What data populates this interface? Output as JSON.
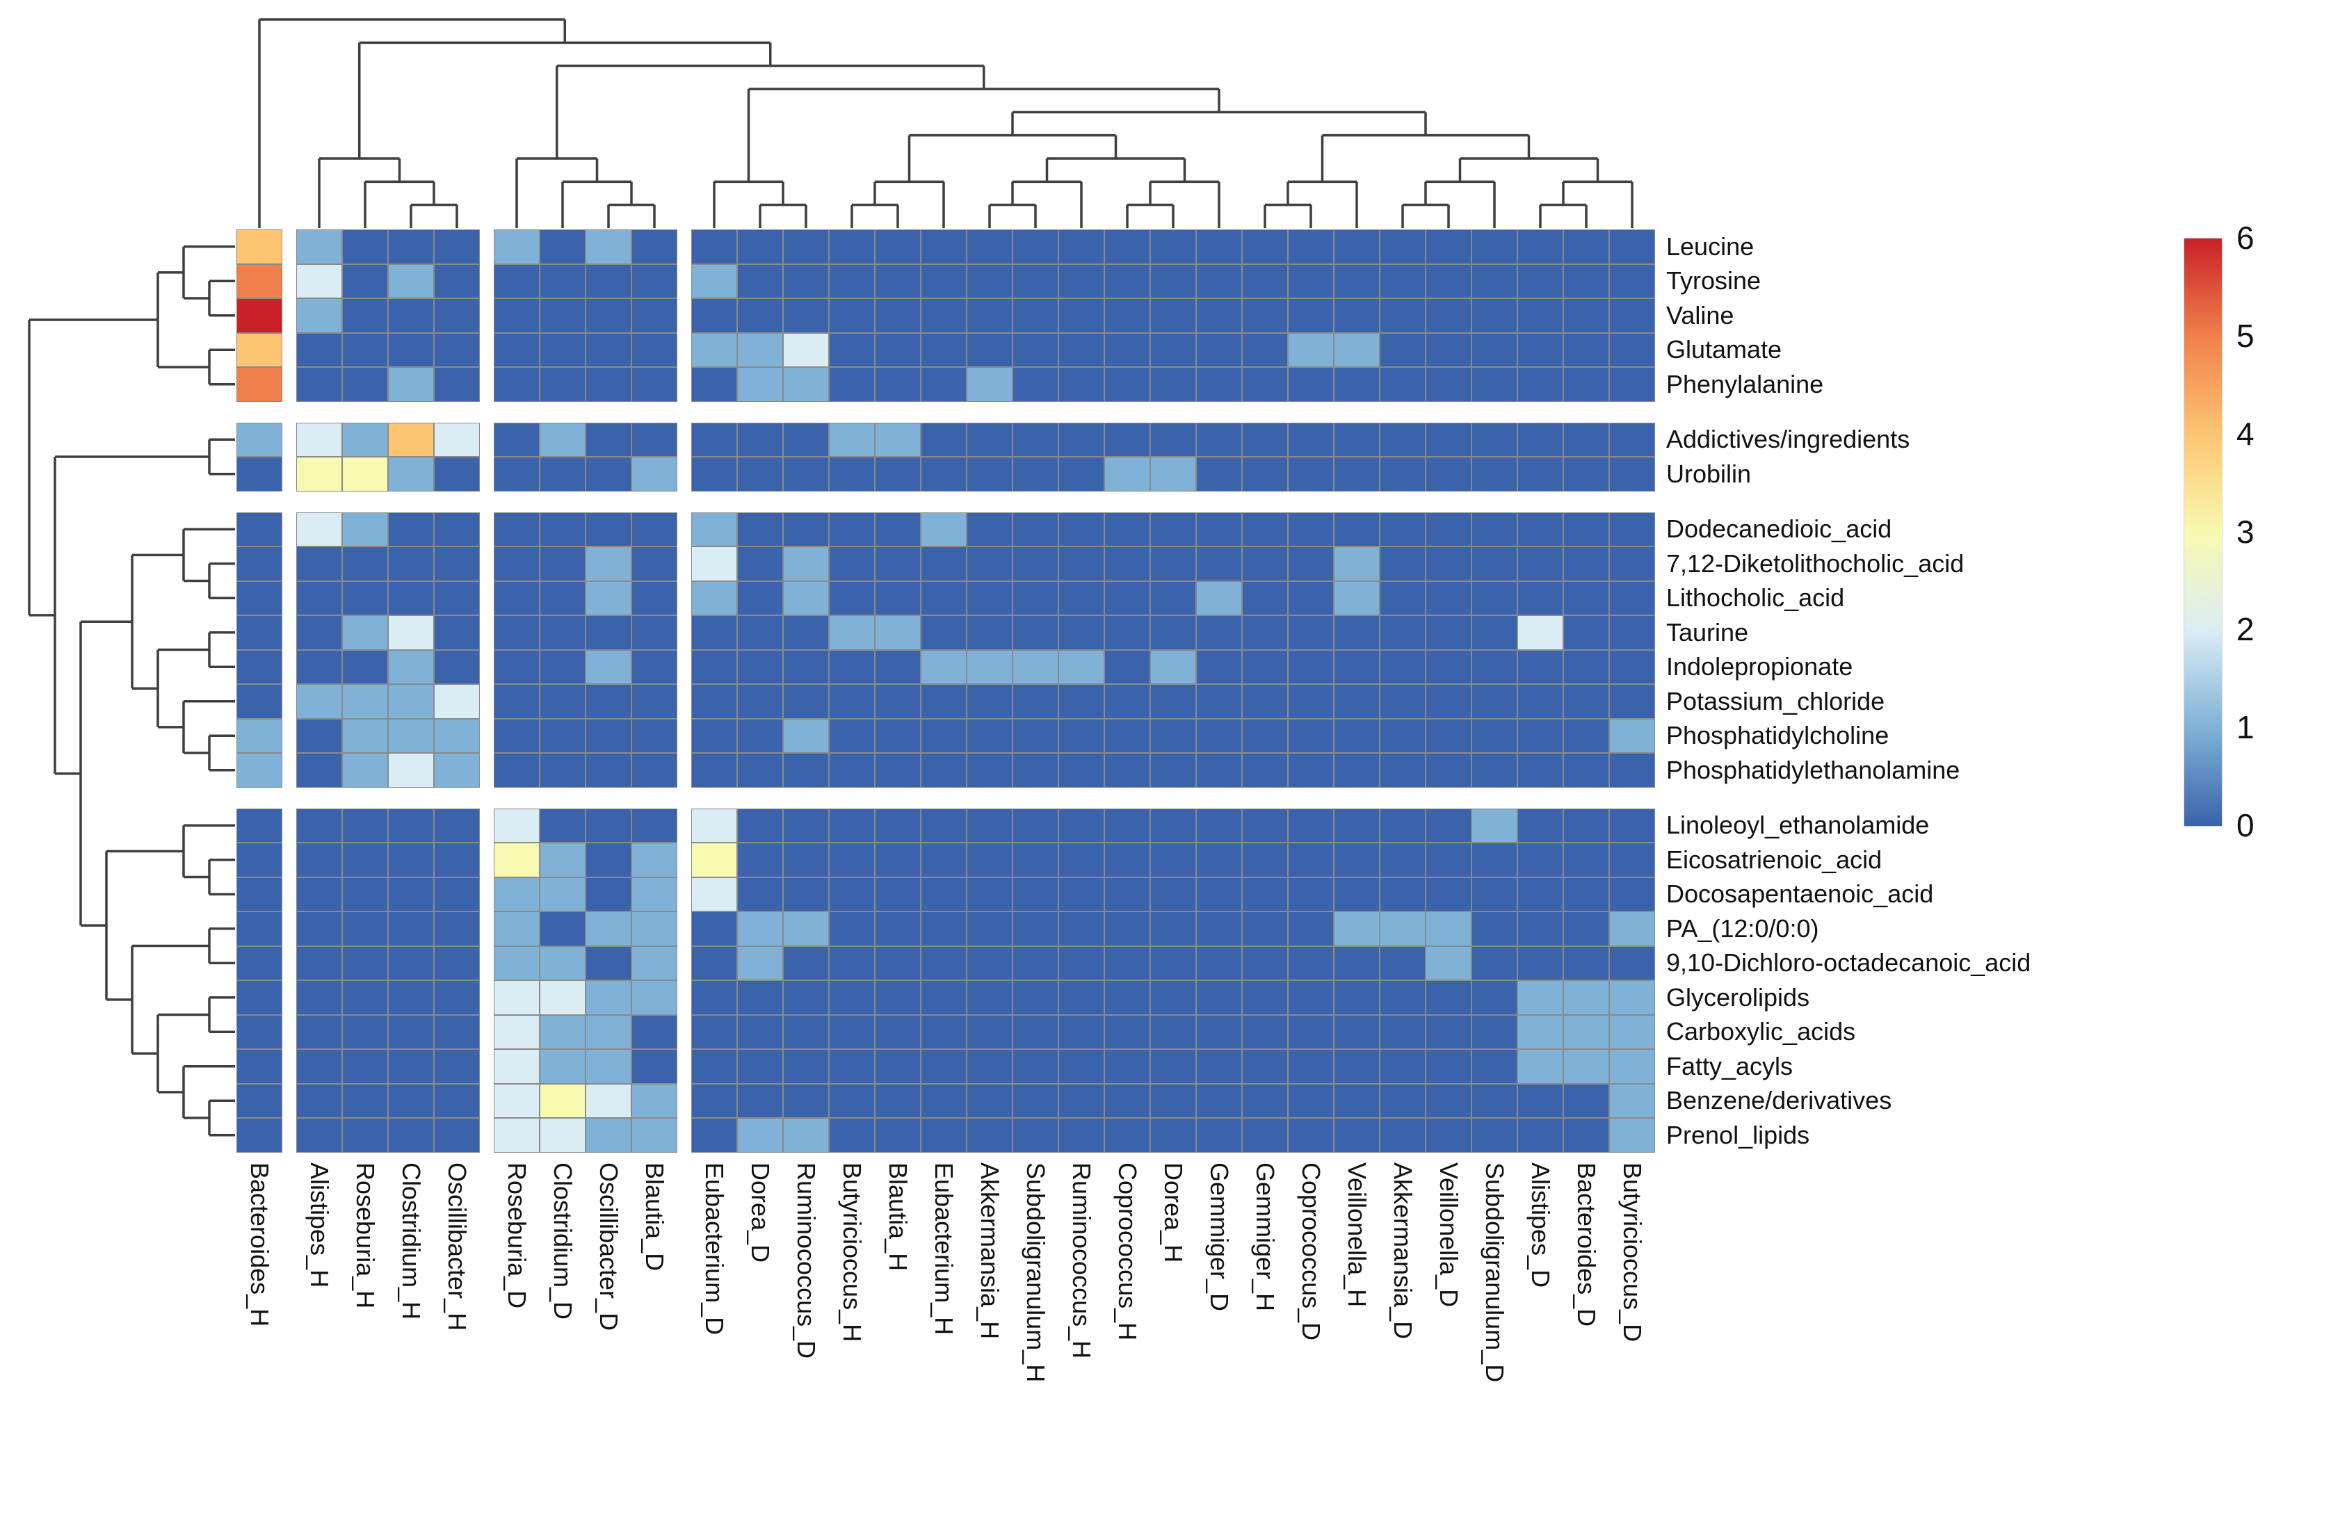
{
  "figure_title": "",
  "legend": {
    "ticks": [
      6,
      5,
      4,
      3,
      2,
      1,
      0
    ]
  },
  "chart_data": {
    "type": "heatmap",
    "value_range": [
      0,
      6
    ],
    "color_stops": [
      "#3a63ab",
      "#7fb2d6",
      "#dbedf4",
      "#f8f9b0",
      "#fdc572",
      "#f0804b",
      "#c92127"
    ],
    "rows": [
      "Leucine",
      "Tyrosine",
      "Valine",
      "Glutamate",
      "Phenylalanine",
      "Addictives/ingredients",
      "Urobilin",
      "Dodecanedioic_acid",
      "7,12-Diketolithocholic_acid",
      "Lithocholic_acid",
      "Taurine",
      "Indolepropionate",
      "Potassium_chloride",
      "Phosphatidylcholine",
      "Phosphatidylethanolamine",
      "Linoleoyl_ethanolamide",
      "Eicosatrienoic_acid",
      "Docosapentaenoic_acid",
      "PA_(12:0/0:0)",
      "9,10-Dichloro-octadecanoic_acid",
      "Glycerolipids",
      "Carboxylic_acids",
      "Fatty_acyls",
      "Benzene/derivatives",
      "Prenol_lipids"
    ],
    "columns": [
      "Bacteroides_H",
      "Alistipes_H",
      "Roseburia_H",
      "Clostridium_H",
      "Oscillibacter_H",
      "Roseburia_D",
      "Clostridium_D",
      "Oscillibacter_D",
      "Blautia_D",
      "Eubacterium_D",
      "Dorea_D",
      "Ruminococcus_D",
      "Butyricioccus_H",
      "Blautia_H",
      "Eubacterium_H",
      "Akkermansia_H",
      "Subdoligranulum_H",
      "Ruminococcus_H",
      "Coprococcus_H",
      "Dorea_H",
      "Gemmiger_D",
      "Gemmiger_H",
      "Coprococcus_D",
      "Veillonella_H",
      "Akkermansia_D",
      "Veillonella_D",
      "Subdoligranulum_D",
      "Alistipes_D",
      "Bacteroides_D",
      "Butyricioccus_D"
    ],
    "row_group_breaks": [
      4,
      6,
      14
    ],
    "col_group_breaks": [
      0,
      4,
      8
    ],
    "matrix": [
      [
        4,
        1,
        0,
        0,
        0,
        1,
        0,
        1,
        0,
        0,
        0,
        0,
        0,
        0,
        0,
        0,
        0,
        0,
        0,
        0,
        0,
        0,
        0,
        0,
        0,
        0,
        0,
        0,
        0,
        0
      ],
      [
        5,
        2,
        0,
        1,
        0,
        0,
        0,
        0,
        0,
        1,
        0,
        0,
        0,
        0,
        0,
        0,
        0,
        0,
        0,
        0,
        0,
        0,
        0,
        0,
        0,
        0,
        0,
        0,
        0,
        0
      ],
      [
        6,
        1,
        0,
        0,
        0,
        0,
        0,
        0,
        0,
        0,
        0,
        0,
        0,
        0,
        0,
        0,
        0,
        0,
        0,
        0,
        0,
        0,
        0,
        0,
        0,
        0,
        0,
        0,
        0,
        0
      ],
      [
        4,
        0,
        0,
        0,
        0,
        0,
        0,
        0,
        0,
        1,
        1,
        2,
        0,
        0,
        0,
        0,
        0,
        0,
        0,
        0,
        0,
        0,
        1,
        1,
        0,
        0,
        0,
        0,
        0,
        0
      ],
      [
        5,
        0,
        0,
        1,
        0,
        0,
        0,
        0,
        0,
        0,
        1,
        1,
        0,
        0,
        0,
        1,
        0,
        0,
        0,
        0,
        0,
        0,
        0,
        0,
        0,
        0,
        0,
        0,
        0,
        0
      ],
      [
        1,
        2,
        1,
        4,
        2,
        0,
        1,
        0,
        0,
        0,
        0,
        0,
        1,
        1,
        0,
        0,
        0,
        0,
        0,
        0,
        0,
        0,
        0,
        0,
        0,
        0,
        0,
        0,
        0,
        0
      ],
      [
        0,
        3,
        3,
        1,
        0,
        0,
        0,
        0,
        1,
        0,
        0,
        0,
        0,
        0,
        0,
        0,
        0,
        0,
        1,
        1,
        0,
        0,
        0,
        0,
        0,
        0,
        0,
        0,
        0,
        0
      ],
      [
        0,
        2,
        1,
        0,
        0,
        0,
        0,
        0,
        0,
        1,
        0,
        0,
        0,
        0,
        1,
        0,
        0,
        0,
        0,
        0,
        0,
        0,
        0,
        0,
        0,
        0,
        0,
        0,
        0,
        0
      ],
      [
        0,
        0,
        0,
        0,
        0,
        0,
        0,
        1,
        0,
        2,
        0,
        1,
        0,
        0,
        0,
        0,
        0,
        0,
        0,
        0,
        0,
        0,
        0,
        1,
        0,
        0,
        0,
        0,
        0,
        0
      ],
      [
        0,
        0,
        0,
        0,
        0,
        0,
        0,
        1,
        0,
        1,
        0,
        1,
        0,
        0,
        0,
        0,
        0,
        0,
        0,
        0,
        1,
        0,
        0,
        1,
        0,
        0,
        0,
        0,
        0,
        0
      ],
      [
        0,
        0,
        1,
        2,
        0,
        0,
        0,
        0,
        0,
        0,
        0,
        0,
        1,
        1,
        0,
        0,
        0,
        0,
        0,
        0,
        0,
        0,
        0,
        0,
        0,
        0,
        0,
        2,
        0,
        0
      ],
      [
        0,
        0,
        0,
        1,
        0,
        0,
        0,
        1,
        0,
        0,
        0,
        0,
        0,
        0,
        1,
        1,
        1,
        1,
        0,
        1,
        0,
        0,
        0,
        0,
        0,
        0,
        0,
        0,
        0,
        0
      ],
      [
        0,
        1,
        1,
        1,
        2,
        0,
        0,
        0,
        0,
        0,
        0,
        0,
        0,
        0,
        0,
        0,
        0,
        0,
        0,
        0,
        0,
        0,
        0,
        0,
        0,
        0,
        0,
        0,
        0,
        0
      ],
      [
        1,
        0,
        1,
        1,
        1,
        0,
        0,
        0,
        0,
        0,
        0,
        1,
        0,
        0,
        0,
        0,
        0,
        0,
        0,
        0,
        0,
        0,
        0,
        0,
        0,
        0,
        0,
        0,
        0,
        1
      ],
      [
        1,
        0,
        1,
        2,
        1,
        0,
        0,
        0,
        0,
        0,
        0,
        0,
        0,
        0,
        0,
        0,
        0,
        0,
        0,
        0,
        0,
        0,
        0,
        0,
        0,
        0,
        0,
        0,
        0,
        0
      ],
      [
        0,
        0,
        0,
        0,
        0,
        2,
        0,
        0,
        0,
        2,
        0,
        0,
        0,
        0,
        0,
        0,
        0,
        0,
        0,
        0,
        0,
        0,
        0,
        0,
        0,
        0,
        1,
        0,
        0,
        0
      ],
      [
        0,
        0,
        0,
        0,
        0,
        3,
        1,
        0,
        1,
        3,
        0,
        0,
        0,
        0,
        0,
        0,
        0,
        0,
        0,
        0,
        0,
        0,
        0,
        0,
        0,
        0,
        0,
        0,
        0,
        0
      ],
      [
        0,
        0,
        0,
        0,
        0,
        1,
        1,
        0,
        1,
        2,
        0,
        0,
        0,
        0,
        0,
        0,
        0,
        0,
        0,
        0,
        0,
        0,
        0,
        0,
        0,
        0,
        0,
        0,
        0,
        0
      ],
      [
        0,
        0,
        0,
        0,
        0,
        1,
        0,
        1,
        1,
        0,
        1,
        1,
        0,
        0,
        0,
        0,
        0,
        0,
        0,
        0,
        0,
        0,
        0,
        1,
        1,
        1,
        0,
        0,
        0,
        1
      ],
      [
        0,
        0,
        0,
        0,
        0,
        1,
        1,
        0,
        1,
        0,
        1,
        0,
        0,
        0,
        0,
        0,
        0,
        0,
        0,
        0,
        0,
        0,
        0,
        0,
        0,
        1,
        0,
        0,
        0,
        0
      ],
      [
        0,
        0,
        0,
        0,
        0,
        2,
        2,
        1,
        1,
        0,
        0,
        0,
        0,
        0,
        0,
        0,
        0,
        0,
        0,
        0,
        0,
        0,
        0,
        0,
        0,
        0,
        0,
        1,
        1,
        1
      ],
      [
        0,
        0,
        0,
        0,
        0,
        2,
        1,
        1,
        0,
        0,
        0,
        0,
        0,
        0,
        0,
        0,
        0,
        0,
        0,
        0,
        0,
        0,
        0,
        0,
        0,
        0,
        0,
        1,
        1,
        1
      ],
      [
        0,
        0,
        0,
        0,
        0,
        2,
        1,
        1,
        0,
        0,
        0,
        0,
        0,
        0,
        0,
        0,
        0,
        0,
        0,
        0,
        0,
        0,
        0,
        0,
        0,
        0,
        0,
        1,
        1,
        1
      ],
      [
        0,
        0,
        0,
        0,
        0,
        2,
        3,
        2,
        1,
        0,
        0,
        0,
        0,
        0,
        0,
        0,
        0,
        0,
        0,
        0,
        0,
        0,
        0,
        0,
        0,
        0,
        0,
        0,
        0,
        1
      ],
      [
        0,
        0,
        0,
        0,
        0,
        2,
        2,
        1,
        1,
        0,
        1,
        1,
        0,
        0,
        0,
        0,
        0,
        0,
        0,
        0,
        0,
        0,
        0,
        0,
        0,
        0,
        0,
        0,
        0,
        1
      ]
    ],
    "col_dendrogram": [
      0,
      [
        [
          1,
          [
            2,
            [
              3,
              4
            ]
          ]
        ],
        [
          [
            5,
            [
              6,
              [
                7,
                8
              ]
            ]
          ],
          [
            [
              9,
              [
                10,
                11
              ]
            ],
            [
              [
                [
                  [
                    12,
                    13
                  ],
                  14
                ],
                [
                  [
                    [
                      15,
                      16
                    ],
                    17
                  ],
                  [
                    [
                      18,
                      19
                    ],
                    20
                  ]
                ]
              ],
              [
                [
                  [
                    21,
                    22
                  ],
                  23
                ],
                [
                  [
                    [
                      24,
                      25
                    ],
                    26
                  ],
                  [
                    [
                      27,
                      28
                    ],
                    29
                  ]
                ]
              ]
            ]
          ]
        ]
      ]
    ],
    "row_dendrogram": [
      [
        [
          0,
          [
            1,
            2
          ]
        ],
        [
          3,
          4
        ]
      ],
      [
        [
          5,
          6
        ],
        [
          [
            [
              7,
              [
                8,
                9
              ]
            ],
            [
              [
                10,
                11
              ],
              [
                12,
                [
                  13,
                  14
                ]
              ]
            ]
          ],
          [
            [
              15,
              [
                16,
                17
              ]
            ],
            [
              [
                18,
                19
              ],
              [
                [
                  20,
                  21
                ],
                [
                  22,
                  [
                    23,
                    24
                  ]
                ]
              ]
            ]
          ]
        ]
      ]
    ],
    "legend_ticks": [
      6,
      5,
      4,
      3,
      2,
      1,
      0
    ],
    "grid": "on",
    "legend_position": "right"
  }
}
